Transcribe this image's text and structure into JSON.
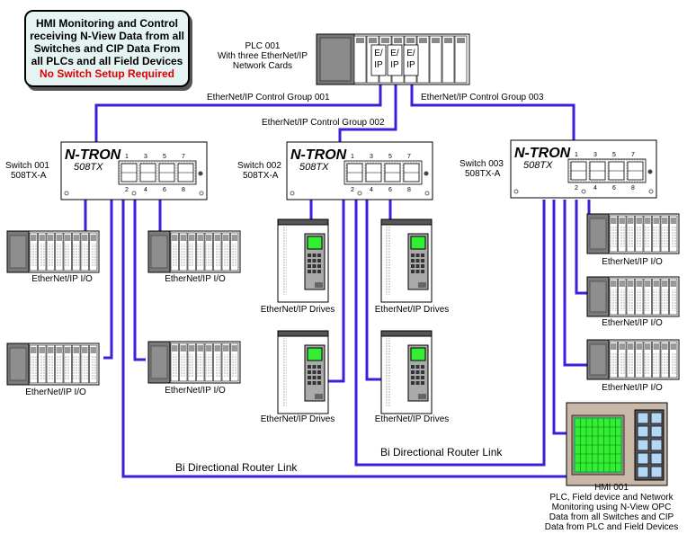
{
  "callout": {
    "lines": [
      "HMI Monitoring and Control",
      "receiving N-View Data from all",
      "Switches and CIP Data From",
      "all PLCs and all Field Devices"
    ],
    "highlight": "No Switch Setup Required"
  },
  "plc": {
    "lines": [
      "PLC 001",
      "With three EtherNet/IP",
      "Network Cards"
    ],
    "card_label_top": "E/",
    "card_label_bottom": "IP"
  },
  "groups": {
    "g1": "EtherNet/IP Control Group 001",
    "g2": "EtherNet/IP Control Group 002",
    "g3": "EtherNet/IP Control Group 003"
  },
  "switch": {
    "brand": "N-TRON",
    "model": "508TX",
    "ports_top": [
      "1",
      "3",
      "5",
      "7"
    ],
    "ports_bottom": [
      "2",
      "4",
      "6",
      "8"
    ]
  },
  "switches": [
    {
      "name": "Switch 001",
      "model_label": "508TX-A"
    },
    {
      "name": "Switch 002",
      "model_label": "508TX-A"
    },
    {
      "name": "Switch 003",
      "model_label": "508TX-A"
    }
  ],
  "io_label": "EtherNet/IP I/O",
  "drive_label": "EtherNet/IP Drives",
  "router_link": "Bi Directional Router Link",
  "hmi": {
    "lines": [
      "HMI 001",
      "PLC, Field device and Network",
      "Monitoring using N-View OPC",
      "Data from all Switches and CIP",
      "Data from PLC and Field Devices"
    ]
  },
  "colors": {
    "link": "#3c1fd6",
    "callout_bg": "#e6f3f3",
    "highlight": "#e00000",
    "screen": "#33ee33",
    "hmi_body": "#c9b7a8",
    "hmi_keys": "#b4d8f4"
  }
}
